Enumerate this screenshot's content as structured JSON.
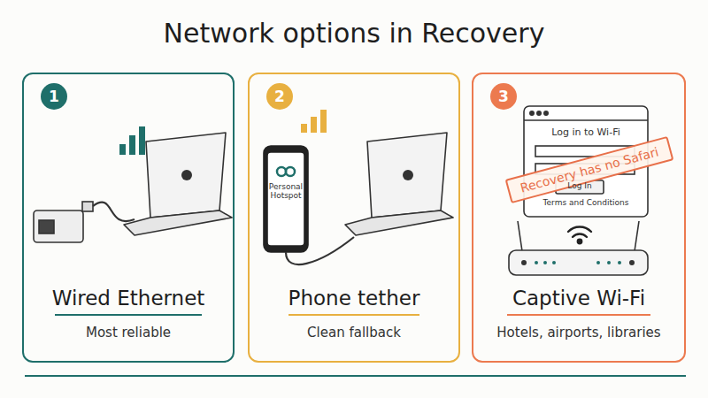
{
  "diagram": {
    "title": "Network options in Recovery",
    "nodes": [
      {
        "text": [
          "Wired Ethernet",
          "Most reliable"
        ]
      },
      {
        "text": [
          "1"
        ],
        "in": 0
      },
      {
        "text": [
          "Phone tether",
          "Clean fallback"
        ]
      },
      {
        "text": [
          "2"
        ],
        "in": 2
      },
      {
        "text": [
          "Captive Wi-Fi",
          "Hotels, airports, libraries"
        ]
      },
      {
        "text": [
          "3"
        ],
        "in": 4
      },
      {
        "text": [
          "Recovery has no Safari"
        ],
        "in": 4
      }
    ],
    "labels": [
      "Personal Hotspot",
      "Log in to Wi-Fi",
      "Log In",
      "Terms and Conditions"
    ]
  }
}
